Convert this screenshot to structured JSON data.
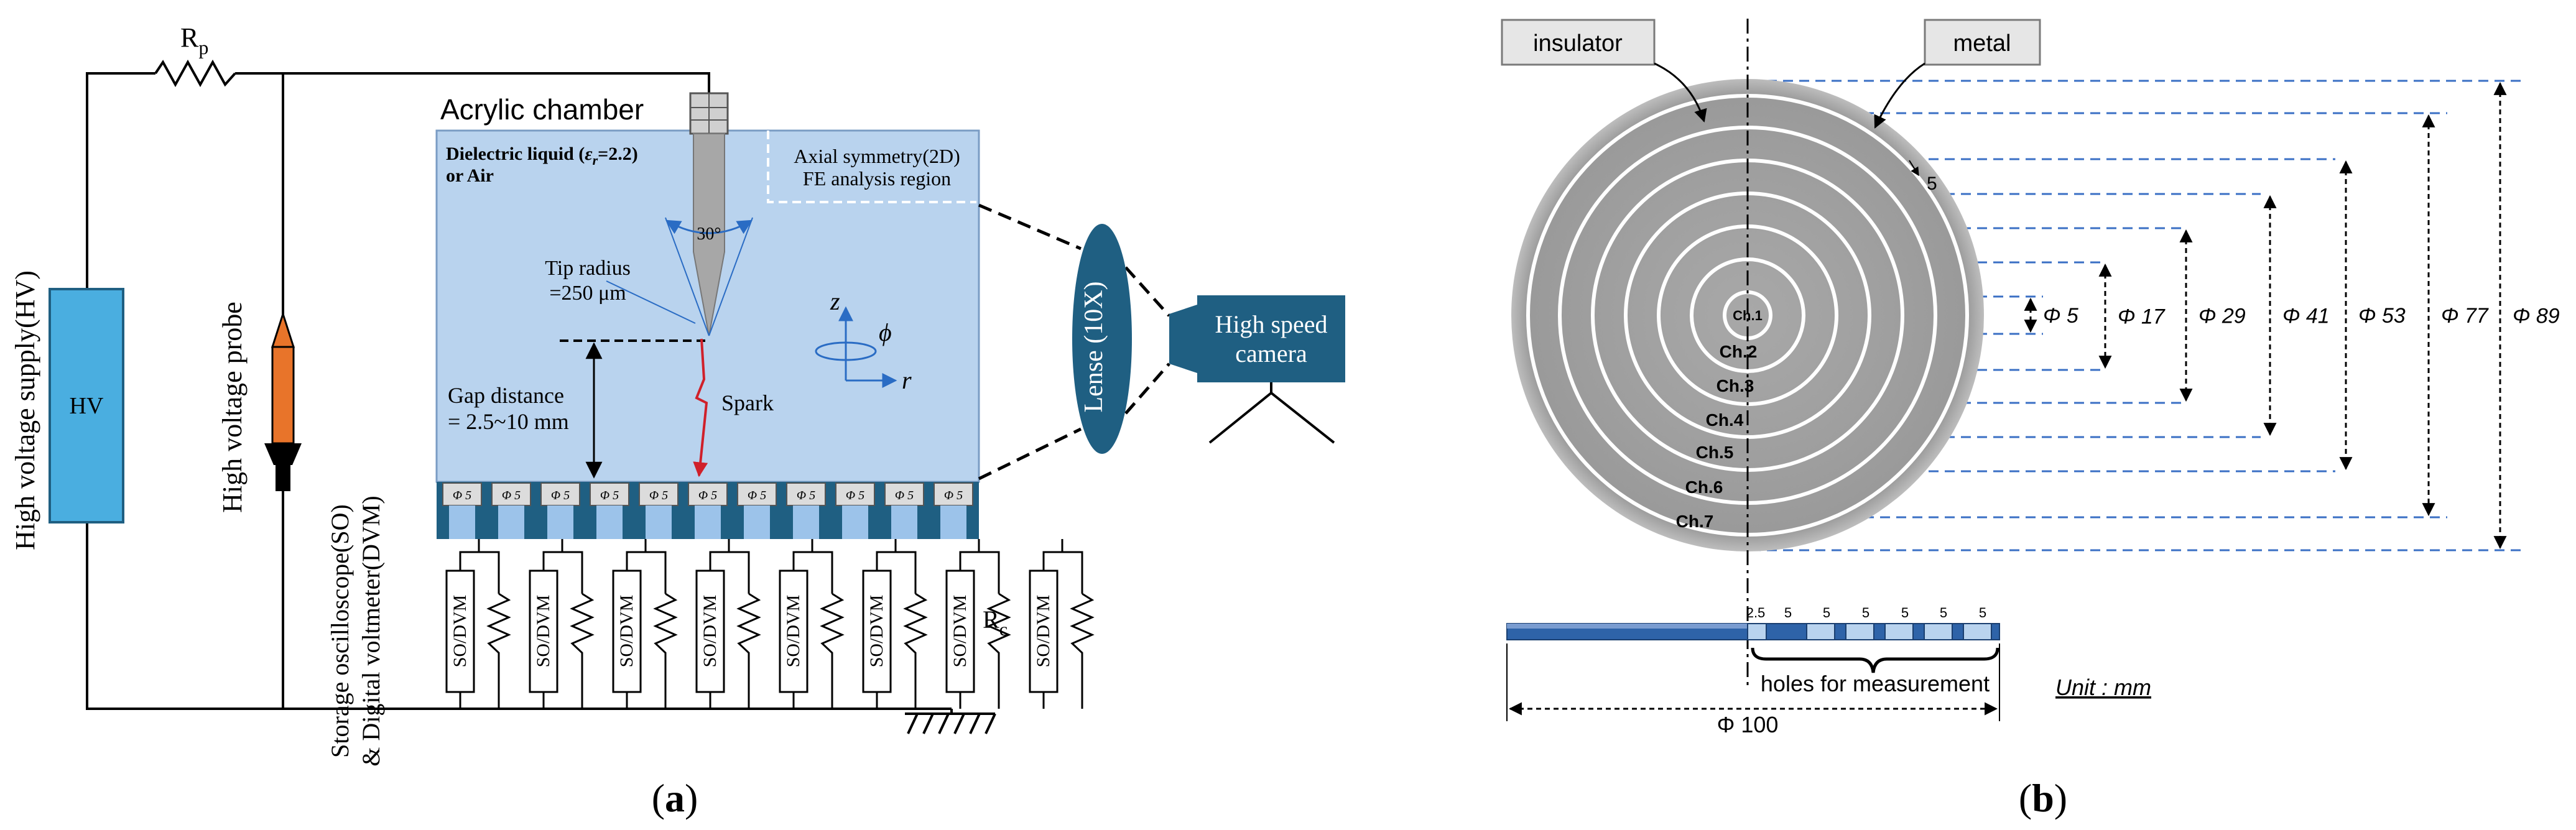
{
  "panel_a": {
    "caption": "(a)",
    "resistor_p": "R",
    "resistor_p_sub": "p",
    "hv_supply_label": "High voltage supply(HV)",
    "hv_box": "HV",
    "hv_probe_label": "High voltage probe",
    "chamber_title": "Acrylic chamber",
    "dielectric_line1": "Dielectric liquid (",
    "dielectric_eps": "ε",
    "dielectric_eps_sub": "r",
    "dielectric_line1_end": "=2.2)",
    "dielectric_line2": "or Air",
    "axial_line1": "Axial symmetry(2D)",
    "axial_line2": "FE analysis region",
    "angle_label": "30°",
    "tip_line1": "Tip radius",
    "tip_line2": "=250 μm",
    "axis_z": "z",
    "axis_phi": "ϕ",
    "axis_r": "r",
    "gap_line1": "Gap distance",
    "gap_line2": "= 2.5~10 mm",
    "spark": "Spark",
    "electrode_label": "Φ 5",
    "electrode_count": 11,
    "so_dvm_label": "SO/DVM",
    "so_dvm_count": 8,
    "scope_line1": "Storage oscilloscope(SO)",
    "scope_line2": "& Digital voltmeter(DVM)",
    "resistor_c": "R",
    "resistor_c_sub": "c",
    "lens": "Lense (10X)",
    "camera_line1": "High speed",
    "camera_line2": "camera"
  },
  "panel_b": {
    "caption": "(b)",
    "insulator": "insulator",
    "metal": "metal",
    "ring_gap": "5",
    "channels": [
      "Ch.1",
      "Ch.2",
      "Ch.3",
      "Ch.4",
      "Ch.5",
      "Ch.6",
      "Ch.7"
    ],
    "diameters": [
      "Φ 5",
      "Φ 17",
      "Φ 29",
      "Φ 41",
      "Φ 53",
      "Φ 77",
      "Φ 89"
    ],
    "hole_labels": [
      "2.5",
      "5",
      "5",
      "5",
      "5",
      "5",
      "5"
    ],
    "holes_label": "holes for measurement",
    "total_diameter": "Φ 100",
    "unit": "Unit : mm"
  },
  "colors": {
    "chamber_fill": "#b9d3ee",
    "electrode_fill": "#1f5f82",
    "hv_fill": "#4aaee0",
    "probe_orange": "#e8742a",
    "lens_fill": "#1f5f82",
    "camera_fill": "#1f5f82",
    "disk_gray": "#9b9b9b",
    "dashed_blue": "#3a6fc4",
    "spark_red": "#d0202a"
  }
}
